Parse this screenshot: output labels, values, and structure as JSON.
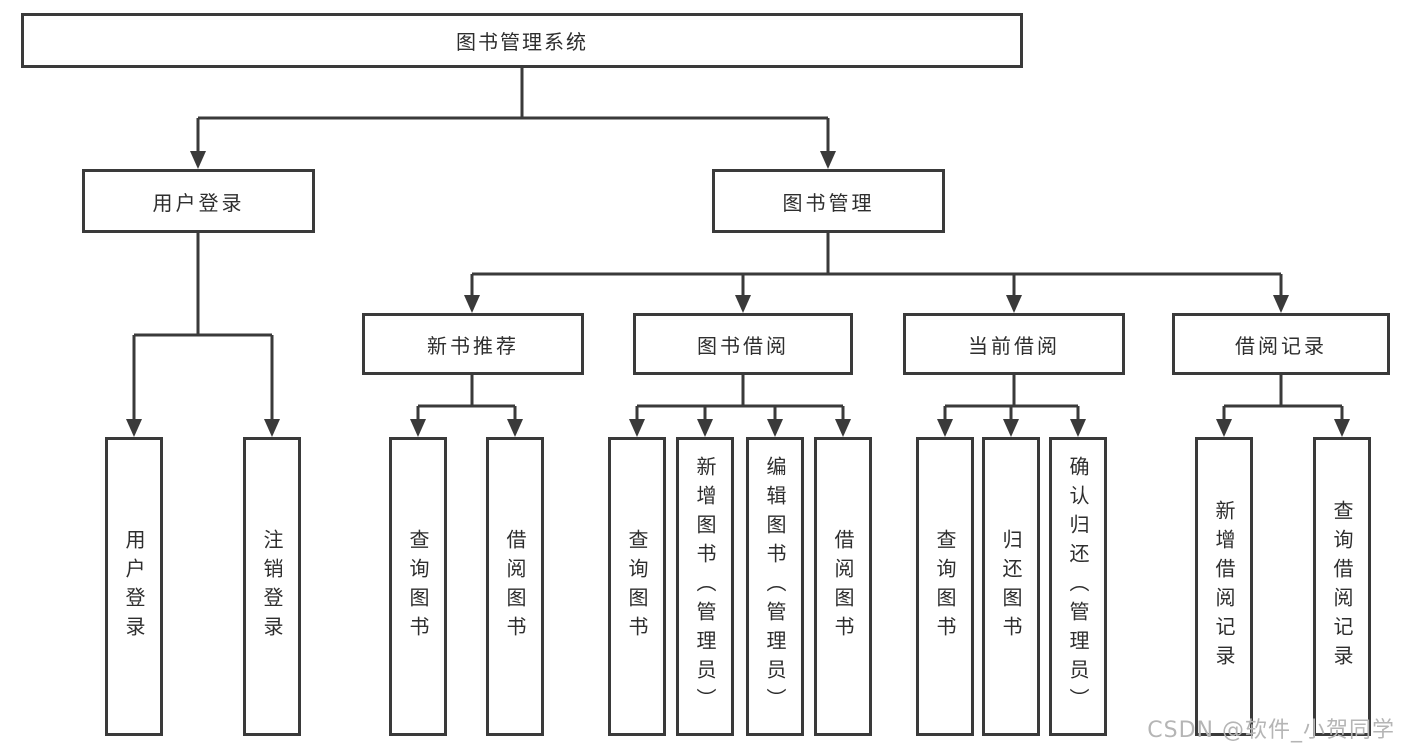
{
  "diagram_title": "图书管理系统",
  "nodes": {
    "root": {
      "label": "图书管理系统"
    },
    "user_login": {
      "label": "用户登录",
      "parent": "图书管理系统"
    },
    "book_management": {
      "label": "图书管理",
      "parent": "图书管理系统"
    },
    "new_book_recommend": {
      "label": "新书推荐",
      "parent": "图书管理"
    },
    "book_borrow": {
      "label": "图书借阅",
      "parent": "图书管理"
    },
    "current_borrow": {
      "label": "当前借阅",
      "parent": "图书管理"
    },
    "borrow_records": {
      "label": "借阅记录",
      "parent": "图书管理"
    },
    "leaves": [
      {
        "label": "用户登录",
        "parent": "用户登录"
      },
      {
        "label": "注销登录",
        "parent": "用户登录"
      },
      {
        "label": "查询图书",
        "parent": "新书推荐"
      },
      {
        "label": "借阅图书",
        "parent": "新书推荐"
      },
      {
        "label": "查询图书",
        "parent": "图书借阅"
      },
      {
        "label": "新增图书（管理员）",
        "parent": "图书借阅"
      },
      {
        "label": "编辑图书（管理员）",
        "parent": "图书借阅"
      },
      {
        "label": "借阅图书",
        "parent": "图书借阅"
      },
      {
        "label": "查询图书",
        "parent": "当前借阅"
      },
      {
        "label": "归还图书",
        "parent": "当前借阅"
      },
      {
        "label": "确认归还（管理员）",
        "parent": "当前借阅"
      },
      {
        "label": "新增借阅记录",
        "parent": "借阅记录"
      },
      {
        "label": "查询借阅记录",
        "parent": "借阅记录"
      }
    ]
  },
  "watermark": {
    "text": "CSDN @软件_小贺同学"
  },
  "colors": {
    "line": "#3a3a3a",
    "text": "#2e2e2e",
    "watermark": "#b5b5b5",
    "background": "#ffffff"
  }
}
